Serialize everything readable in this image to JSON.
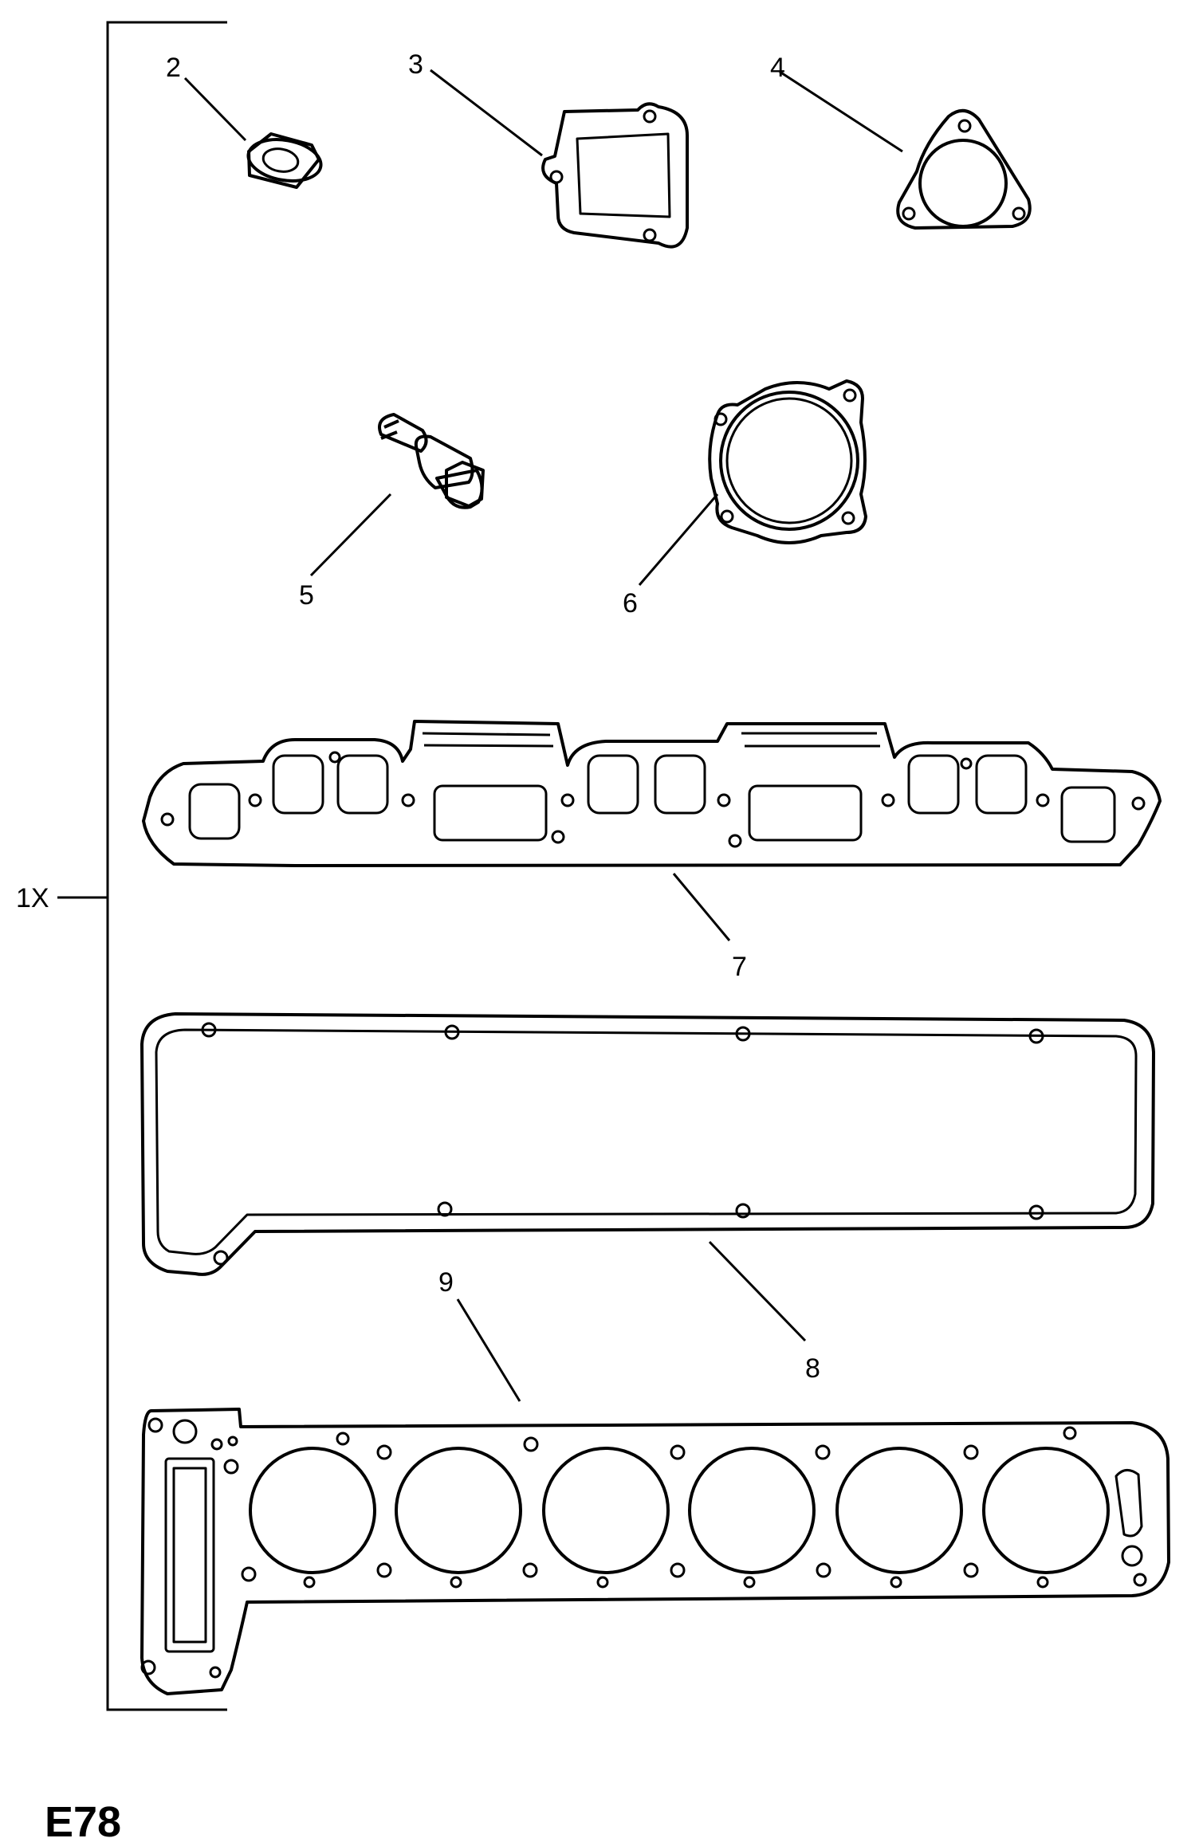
{
  "diagram_code": "E78",
  "kit_quantity": "1X",
  "callouts": [
    {
      "id": "2",
      "part": "seal-ring"
    },
    {
      "id": "3",
      "part": "square-flange-gasket"
    },
    {
      "id": "4",
      "part": "triangular-flange-gasket"
    },
    {
      "id": "5",
      "part": "sensor-bolt"
    },
    {
      "id": "6",
      "part": "round-flange-gasket"
    },
    {
      "id": "7",
      "part": "manifold-gasket"
    },
    {
      "id": "8",
      "part": "valve-cover-gasket"
    },
    {
      "id": "9",
      "part": "cylinder-head-gasket"
    }
  ],
  "colors": {
    "ink": "#000000",
    "paper": "#ffffff"
  }
}
